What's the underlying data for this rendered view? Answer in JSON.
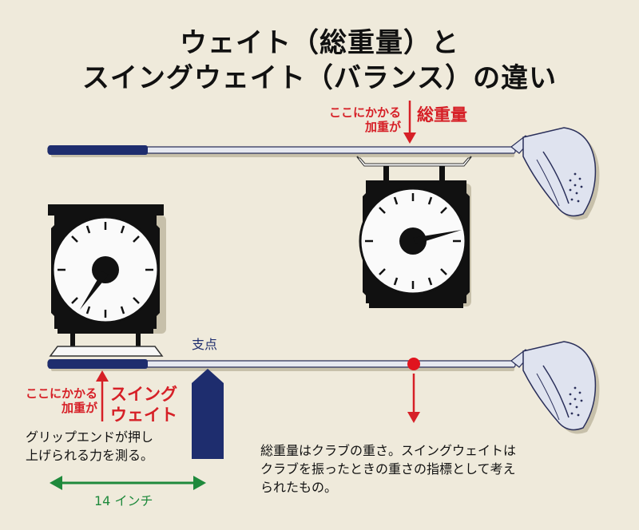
{
  "title": {
    "line1": "ウェイト（総重量）と",
    "line2": "スイングウェイト（バランス）の違い"
  },
  "top_diagram": {
    "load_label_line1": "ここにかかる",
    "load_label_line2": "加重が",
    "load_name": "総重量"
  },
  "bottom_diagram": {
    "fulcrum_label": "支点",
    "load_label_line1": "ここにかかる",
    "load_label_line2": "加重が",
    "load_name_line1": "スイング",
    "load_name_line2": "ウェイト",
    "grip_note_line1": "グリップエンドが押し",
    "grip_note_line2": "上げられる力を測る。",
    "distance_label": "14 インチ"
  },
  "description": {
    "line1": "総重量はクラブの重さ。スイングウェイトは",
    "line2": "クラブを振ったときの重さの指標として考え",
    "line3": "られたもの。"
  },
  "colors": {
    "red": "#d62027",
    "navy": "#1e2d6e",
    "green": "#1f8a3c",
    "background": "#efeadb",
    "club_head": "#dfe3ef"
  }
}
